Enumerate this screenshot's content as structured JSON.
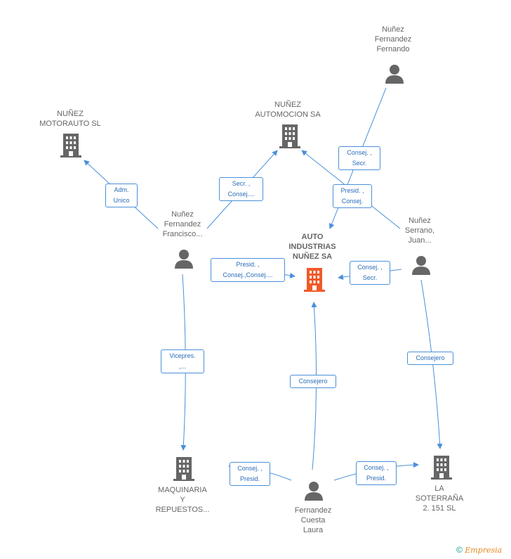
{
  "colors": {
    "edge": "#4a90d9",
    "icon_gray": "#666666",
    "icon_focus": "#f05a28"
  },
  "nodes": {
    "nunez_fernando": {
      "lines": [
        "Nuñez",
        "Fernandez",
        "Fernando"
      ],
      "icon": "person-icon"
    },
    "nunez_motorauto": {
      "lines": [
        "NUÑEZ",
        "MOTORAUTO SL"
      ],
      "icon": "building-icon"
    },
    "nunez_automocion": {
      "lines": [
        "NUÑEZ",
        "AUTOMOCION SA"
      ],
      "icon": "building-icon"
    },
    "nunez_francisco": {
      "lines": [
        "Nuñez",
        "Fernandez",
        "Francisco..."
      ],
      "icon": "person-icon"
    },
    "auto_industrias": {
      "lines": [
        "AUTO",
        "INDUSTRIAS",
        "NUÑEZ SA"
      ],
      "icon": "building-icon"
    },
    "nunez_serrano": {
      "lines": [
        "Nuñez",
        "Serrano,",
        "Juan..."
      ],
      "icon": "person-icon"
    },
    "maquinaria": {
      "lines": [
        "MAQUINARIA",
        "Y",
        "REPUESTOS..."
      ],
      "icon": "building-icon"
    },
    "fernandez_laura": {
      "lines": [
        "Fernandez",
        "Cuesta",
        "Laura"
      ],
      "icon": "person-icon"
    },
    "la_soterrana": {
      "lines": [
        "LA",
        "SOTERRAÑA",
        "2. 151 SL"
      ],
      "icon": "building-icon"
    }
  },
  "relations": [
    {
      "id": "adm",
      "lines": [
        "Adm.",
        "Unico"
      ]
    },
    {
      "id": "secr_consej",
      "lines": [
        "Secr. ,",
        "Consej...."
      ]
    },
    {
      "id": "consej_secr_top",
      "lines": [
        "Consej. ,",
        "Secr."
      ]
    },
    {
      "id": "presid_consej_top",
      "lines": [
        "Presid. ,",
        "Consej."
      ]
    },
    {
      "id": "presid_consej_mid",
      "lines": [
        "Presid. ,",
        "Consej.,Consej...."
      ]
    },
    {
      "id": "consej_secr_right",
      "lines": [
        "Consej. ,",
        "Secr."
      ]
    },
    {
      "id": "vicepres",
      "lines": [
        "Vicepres.",
        ",..."
      ]
    },
    {
      "id": "consejero_mid",
      "lines": [
        "Consejero"
      ]
    },
    {
      "id": "consejero_right",
      "lines": [
        "Consejero"
      ]
    },
    {
      "id": "consej_presid_left",
      "lines": [
        "Consej. ,",
        "Presid."
      ]
    },
    {
      "id": "consej_presid_right",
      "lines": [
        "Consej. ,",
        "Presid."
      ]
    }
  ],
  "footer": {
    "copyright": "©",
    "brand": "Empresia"
  }
}
